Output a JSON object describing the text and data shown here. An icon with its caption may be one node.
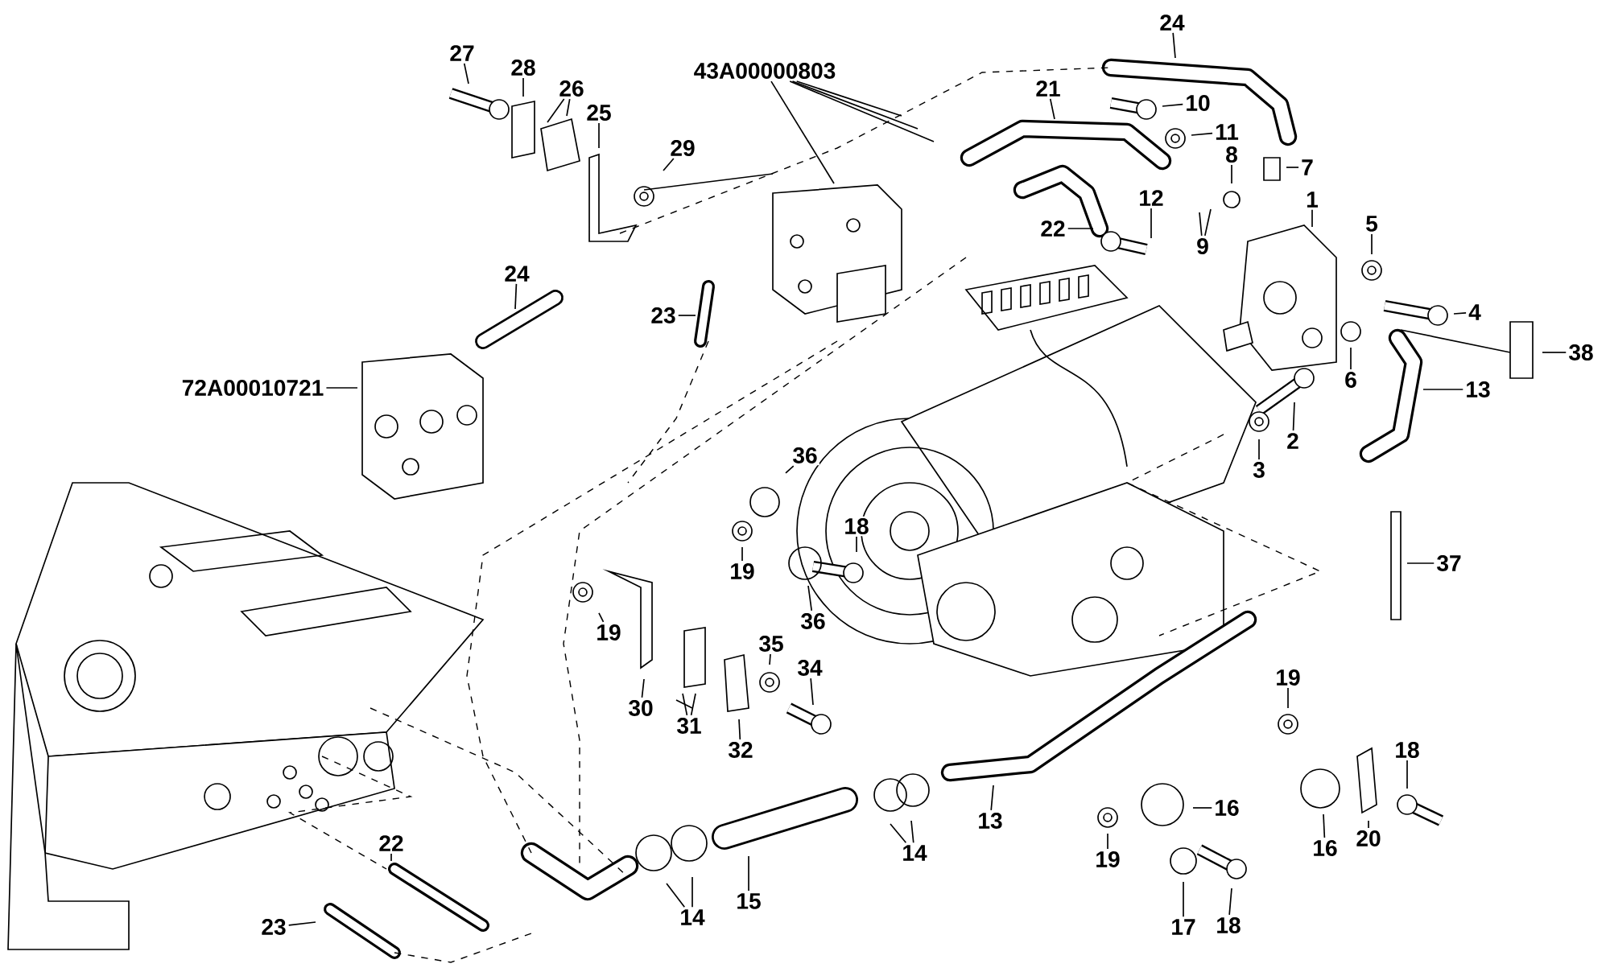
{
  "diagram": {
    "nodes": [
      {
        "text": [
          "27"
        ]
      },
      {
        "text": [
          "28"
        ]
      },
      {
        "text": [
          "26"
        ]
      },
      {
        "text": [
          "25"
        ]
      },
      {
        "text": [
          "29"
        ]
      },
      {
        "text": [
          "24"
        ]
      },
      {
        "text": [
          "72A00010721"
        ]
      },
      {
        "text": [
          "43A00000803"
        ]
      },
      {
        "text": [
          "23"
        ]
      },
      {
        "text": [
          "21"
        ]
      },
      {
        "text": [
          "24"
        ]
      },
      {
        "text": [
          "10"
        ]
      },
      {
        "text": [
          "11"
        ]
      },
      {
        "text": [
          "8"
        ]
      },
      {
        "text": [
          "7"
        ]
      },
      {
        "text": [
          "22"
        ]
      },
      {
        "text": [
          "12"
        ]
      },
      {
        "text": [
          "9"
        ]
      },
      {
        "text": [
          "1"
        ]
      },
      {
        "text": [
          "5"
        ]
      },
      {
        "text": [
          "4"
        ]
      },
      {
        "text": [
          "6"
        ]
      },
      {
        "text": [
          "38"
        ]
      },
      {
        "text": [
          "13"
        ]
      },
      {
        "text": [
          "2"
        ]
      },
      {
        "text": [
          "3"
        ]
      },
      {
        "text": [
          "37"
        ]
      },
      {
        "text": [
          "36"
        ]
      },
      {
        "text": [
          "19"
        ]
      },
      {
        "text": [
          "18"
        ]
      },
      {
        "text": [
          "36"
        ]
      },
      {
        "text": [
          "19"
        ]
      },
      {
        "text": [
          "30"
        ]
      },
      {
        "text": [
          "31"
        ]
      },
      {
        "text": [
          "35"
        ]
      },
      {
        "text": [
          "34"
        ]
      },
      {
        "text": [
          "32"
        ]
      },
      {
        "text": [
          "19"
        ]
      },
      {
        "text": [
          "14"
        ]
      },
      {
        "text": [
          "15"
        ]
      },
      {
        "text": [
          "13"
        ]
      },
      {
        "text": [
          "16"
        ]
      },
      {
        "text": [
          "19"
        ]
      },
      {
        "text": [
          "17"
        ]
      },
      {
        "text": [
          "18"
        ]
      },
      {
        "text": [
          "16"
        ]
      },
      {
        "text": [
          "20"
        ]
      },
      {
        "text": [
          "18"
        ]
      },
      {
        "text": [
          "22"
        ]
      },
      {
        "text": [
          "23"
        ]
      },
      {
        "text": [
          "14"
        ]
      }
    ],
    "edges": [
      {
        "from": 0,
        "to": null,
        "arrow": "none"
      },
      {
        "from": 1,
        "to": null,
        "arrow": "none"
      },
      {
        "from": 2,
        "to": null,
        "arrow": "none"
      },
      {
        "from": 2,
        "to": null,
        "arrow": "none"
      },
      {
        "from": 3,
        "to": null,
        "arrow": "none"
      },
      {
        "from": 4,
        "to": null,
        "arrow": "none"
      },
      {
        "from": 5,
        "to": null,
        "arrow": "none"
      },
      {
        "from": 6,
        "to": null,
        "arrow": "none"
      },
      {
        "from": 7,
        "to": null,
        "arrow": "none"
      },
      {
        "from": 7,
        "to": null,
        "arrow": "none"
      },
      {
        "from": 7,
        "to": null,
        "arrow": "none"
      },
      {
        "from": 7,
        "to": null,
        "arrow": "none"
      },
      {
        "from": 8,
        "to": null,
        "arrow": "none"
      },
      {
        "from": 9,
        "to": null,
        "arrow": "none"
      },
      {
        "from": 10,
        "to": null,
        "arrow": "none"
      },
      {
        "from": 11,
        "to": null,
        "arrow": "none"
      },
      {
        "from": 12,
        "to": null,
        "arrow": "none"
      },
      {
        "from": 13,
        "to": null,
        "arrow": "none"
      },
      {
        "from": 14,
        "to": null,
        "arrow": "none"
      },
      {
        "from": 15,
        "to": null,
        "arrow": "none"
      },
      {
        "from": 16,
        "to": null,
        "arrow": "none"
      },
      {
        "from": 17,
        "to": null,
        "arrow": "none"
      },
      {
        "from": 17,
        "to": null,
        "arrow": "none"
      },
      {
        "from": 18,
        "to": null,
        "arrow": "none"
      },
      {
        "from": 19,
        "to": null,
        "arrow": "none"
      },
      {
        "from": 20,
        "to": null,
        "arrow": "none"
      },
      {
        "from": 21,
        "to": null,
        "arrow": "none"
      },
      {
        "from": 22,
        "to": null,
        "arrow": "none"
      },
      {
        "from": 23,
        "to": null,
        "arrow": "none"
      },
      {
        "from": 24,
        "to": null,
        "arrow": "none"
      },
      {
        "from": 25,
        "to": null,
        "arrow": "none"
      },
      {
        "from": 26,
        "to": null,
        "arrow": "none"
      },
      {
        "from": 27,
        "to": null,
        "arrow": "none"
      },
      {
        "from": 28,
        "to": null,
        "arrow": "none"
      },
      {
        "from": 29,
        "to": null,
        "arrow": "none"
      },
      {
        "from": 30,
        "to": null,
        "arrow": "none"
      },
      {
        "from": 31,
        "to": null,
        "arrow": "none"
      },
      {
        "from": 32,
        "to": null,
        "arrow": "none"
      },
      {
        "from": 33,
        "to": null,
        "arrow": "none"
      },
      {
        "from": 33,
        "to": null,
        "arrow": "none"
      },
      {
        "from": 34,
        "to": null,
        "arrow": "none"
      },
      {
        "from": 35,
        "to": null,
        "arrow": "none"
      },
      {
        "from": 36,
        "to": null,
        "arrow": "none"
      },
      {
        "from": 37,
        "to": null,
        "arrow": "none"
      },
      {
        "from": 38,
        "to": null,
        "arrow": "none"
      },
      {
        "from": 38,
        "to": null,
        "arrow": "none"
      },
      {
        "from": 39,
        "to": null,
        "arrow": "none"
      },
      {
        "from": 40,
        "to": null,
        "arrow": "none"
      },
      {
        "from": 41,
        "to": null,
        "arrow": "none"
      },
      {
        "from": 42,
        "to": null,
        "arrow": "none"
      },
      {
        "from": 43,
        "to": null,
        "arrow": "none"
      },
      {
        "from": 44,
        "to": null,
        "arrow": "none"
      },
      {
        "from": 45,
        "to": null,
        "arrow": "none"
      },
      {
        "from": 46,
        "to": null,
        "arrow": "none"
      },
      {
        "from": 47,
        "to": null,
        "arrow": "none"
      },
      {
        "from": 48,
        "to": null,
        "arrow": "none"
      },
      {
        "from": 49,
        "to": null,
        "arrow": "none"
      },
      {
        "from": 50,
        "to": null,
        "arrow": "none"
      },
      {
        "from": 50,
        "to": null,
        "arrow": "none"
      }
    ]
  }
}
